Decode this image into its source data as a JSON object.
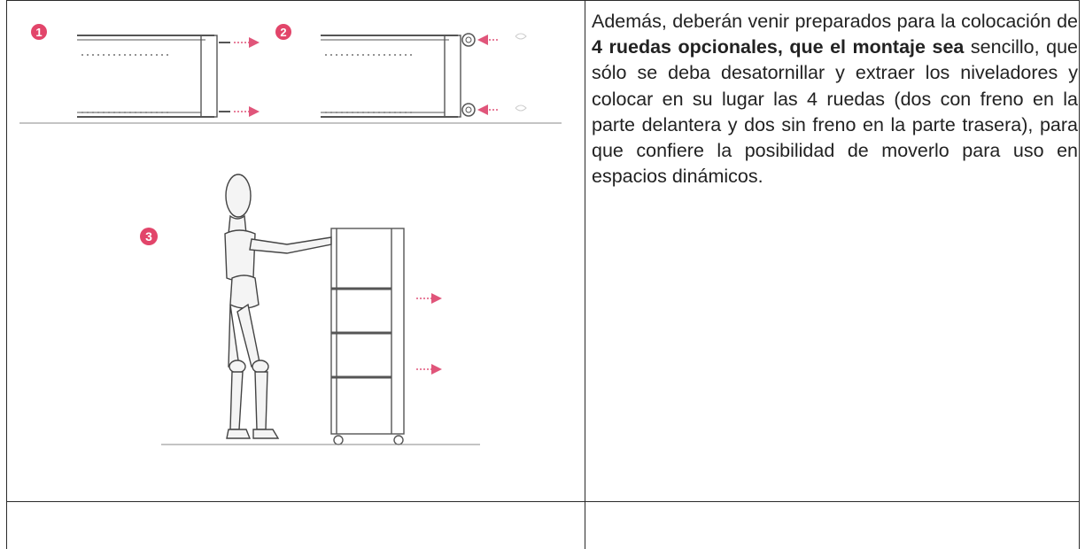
{
  "figure": {
    "steps": [
      "1",
      "2",
      "3"
    ],
    "colors": {
      "badge": "#e2456a",
      "arrow": "#e0557a",
      "line": "#555555"
    }
  },
  "paragraph": {
    "part1": "Además, deberán venir preparados para la colocación de ",
    "bold1": "4 ruedas opcionales, que el montaje sea",
    "part2": " sencillo, que sólo se deba desatornillar y extraer los niveladores y colocar en su lugar las 4 ruedas (dos con freno en la parte delantera y dos sin freno en la parte trasera), para que confiere la posibilidad de moverlo para uso en espacios dinámicos."
  }
}
